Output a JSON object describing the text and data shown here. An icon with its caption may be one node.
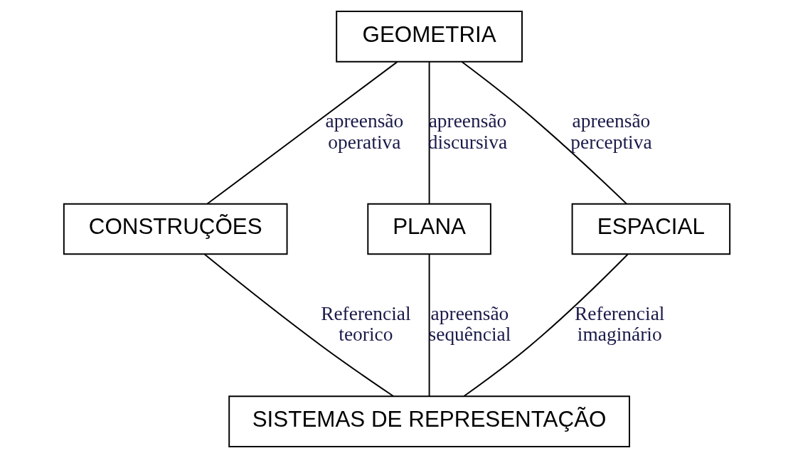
{
  "diagram": {
    "nodes": [
      {
        "text": [
          "GEOMETRIA"
        ]
      },
      {
        "text": [
          "CONSTRUÇÕES"
        ]
      },
      {
        "text": [
          "PLANA"
        ]
      },
      {
        "text": [
          "ESPACIAL"
        ]
      },
      {
        "text": [
          "SISTEMAS DE REPRESENTAÇÃO"
        ]
      }
    ],
    "edges": [
      {
        "from": 0,
        "to": 1,
        "arrow": "none",
        "label": "apreensão operativa"
      },
      {
        "from": 0,
        "to": 2,
        "arrow": "none",
        "label": "apreensão discursiva"
      },
      {
        "from": 0,
        "to": 3,
        "arrow": "none",
        "label": "apreensão perceptiva"
      },
      {
        "from": 1,
        "to": 4,
        "arrow": "none",
        "label": "Referencial teorico"
      },
      {
        "from": 2,
        "to": 4,
        "arrow": "none",
        "label": "apreensão sequêncial"
      },
      {
        "from": 3,
        "to": 4,
        "arrow": "none",
        "label": "Referencial imaginário"
      }
    ]
  }
}
